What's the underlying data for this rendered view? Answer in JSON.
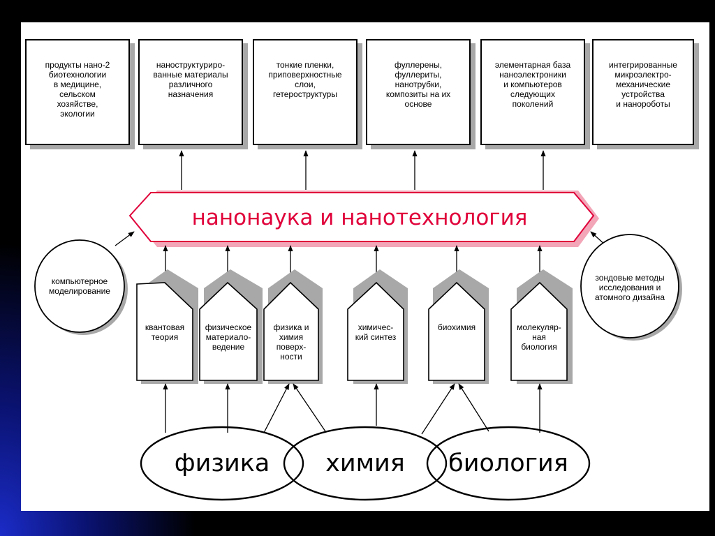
{
  "title": "нанонаука и нанотехнология",
  "applications": [
    {
      "label": "продукты нано-2\nбиотехнологии\nв медицине,\nсельском\nхозяйстве,\nэкологии"
    },
    {
      "label": "наноструктуриро-\nванные материалы\nразличного\nназначения"
    },
    {
      "label": "тонкие пленки,\nприповерхностные\nслои,\nгетероструктуры"
    },
    {
      "label": "фуллерены,\nфуллериты,\nнанотрубки,\nкомпозиты на их\nоснове"
    },
    {
      "label": "элементарная база\nнаноэлектроники\nи компьютеров\nследующих\nпоколений"
    },
    {
      "label": "интегрированные\nмикроэлектро-\nмеханические\nустройства\nи нанороботы"
    }
  ],
  "disciplines": [
    {
      "label": "квантовая\nтеория"
    },
    {
      "label": "физическое\nматериало-\nведение"
    },
    {
      "label": "физика и\nхимия\nповерх-\nности"
    },
    {
      "label": "химичес-\nкий синтез"
    },
    {
      "label": "биохимия"
    },
    {
      "label": "молекуляр-\nная\nбиология"
    }
  ],
  "methods": {
    "left": "компьютерное\nмоделирование",
    "right": "зондовые методы\nисследования и\nатомного дизайна"
  },
  "sciences": [
    "физика",
    "химия",
    "биология"
  ],
  "colors": {
    "accent": "#e0003a",
    "banner_shadow": "#f2a6b8",
    "box_shadow": "#a8a8a8",
    "slide_bg": "#ffffff",
    "frame_bg": "#000000",
    "frame_glow": "#1b2cc8"
  }
}
